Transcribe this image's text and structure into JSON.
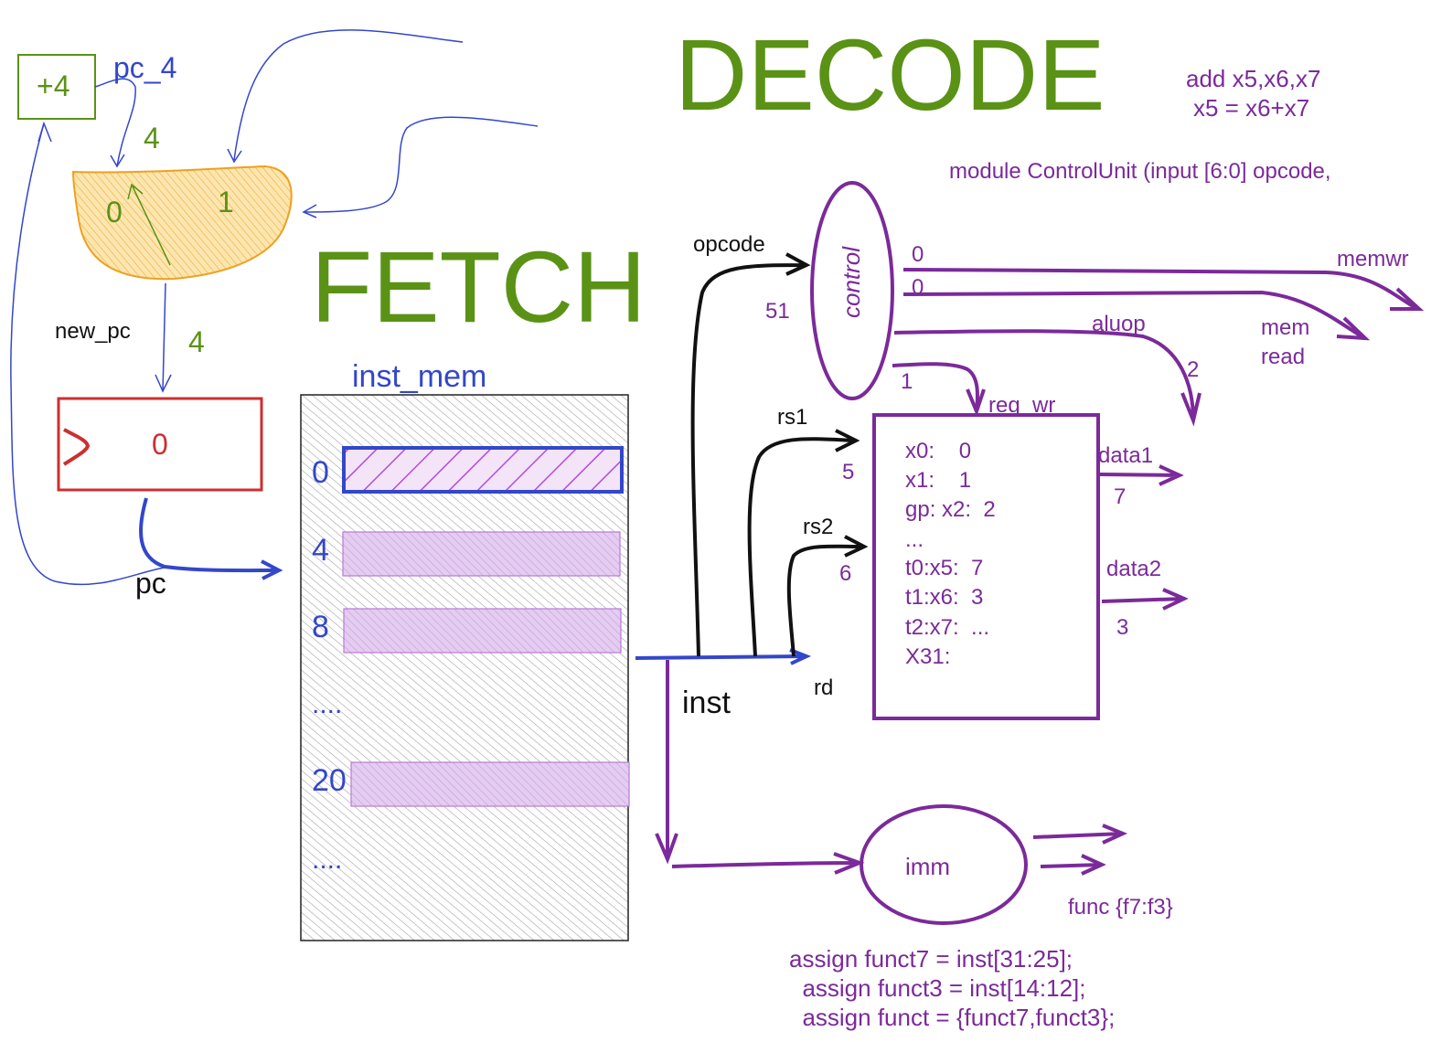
{
  "titles": {
    "decode": "DECODE",
    "fetch": "FETCH"
  },
  "pc_adder": {
    "label": "+4",
    "output": "pc_4",
    "input_value": "4"
  },
  "mux": {
    "input0": "0",
    "input1": "1"
  },
  "new_pc": {
    "label": "new_pc",
    "value": "4"
  },
  "pc_register": {
    "value": "0",
    "output": "pc"
  },
  "inst_mem": {
    "label": "inst_mem",
    "addresses": [
      "0",
      "4",
      "8",
      "....",
      "20",
      "...."
    ]
  },
  "inst_label": "inst",
  "fields": {
    "opcode": "opcode",
    "opcode_value": "51",
    "rs1": "rs1",
    "rs1_value": "5",
    "rs2": "rs2",
    "rs2_value": "6",
    "rd": "rd"
  },
  "control": {
    "label": "control",
    "out_memwr_value": "0",
    "out_memread_value": "0",
    "memwr": "memwr",
    "mem": "mem",
    "read": "read",
    "aluop": "aluop",
    "aluop_value": "2",
    "reg_wr": "reg_wr",
    "reg_wr_value": "1"
  },
  "register_file": {
    "rows": [
      "x0:    0",
      "x1:    1",
      "gp: x2:  2",
      "...",
      "t0:x5:  7",
      "t1:x6:  3",
      "t2:x7:  ...",
      "X31:"
    ],
    "data1": "data1",
    "data1_value": "7",
    "data2": "data2",
    "data2_value": "3"
  },
  "imm": {
    "label": "imm",
    "func": "func {f7:f3}"
  },
  "instruction": {
    "asm": "add x5,x6,x7",
    "semantics": "x5 = x6+x7"
  },
  "module_decl": "module ControlUnit (input [6:0] opcode,",
  "verilog": [
    "assign funct7 = inst[31:25];",
    "  assign funct3 = inst[14:12];",
    "  assign funct = {funct7,funct3};"
  ],
  "colors": {
    "green": "#5a9216",
    "blue": "#3347c9",
    "purple": "#7b2a9a",
    "red": "#cc2f2f",
    "orange": "#f0a020",
    "black": "#111111"
  }
}
